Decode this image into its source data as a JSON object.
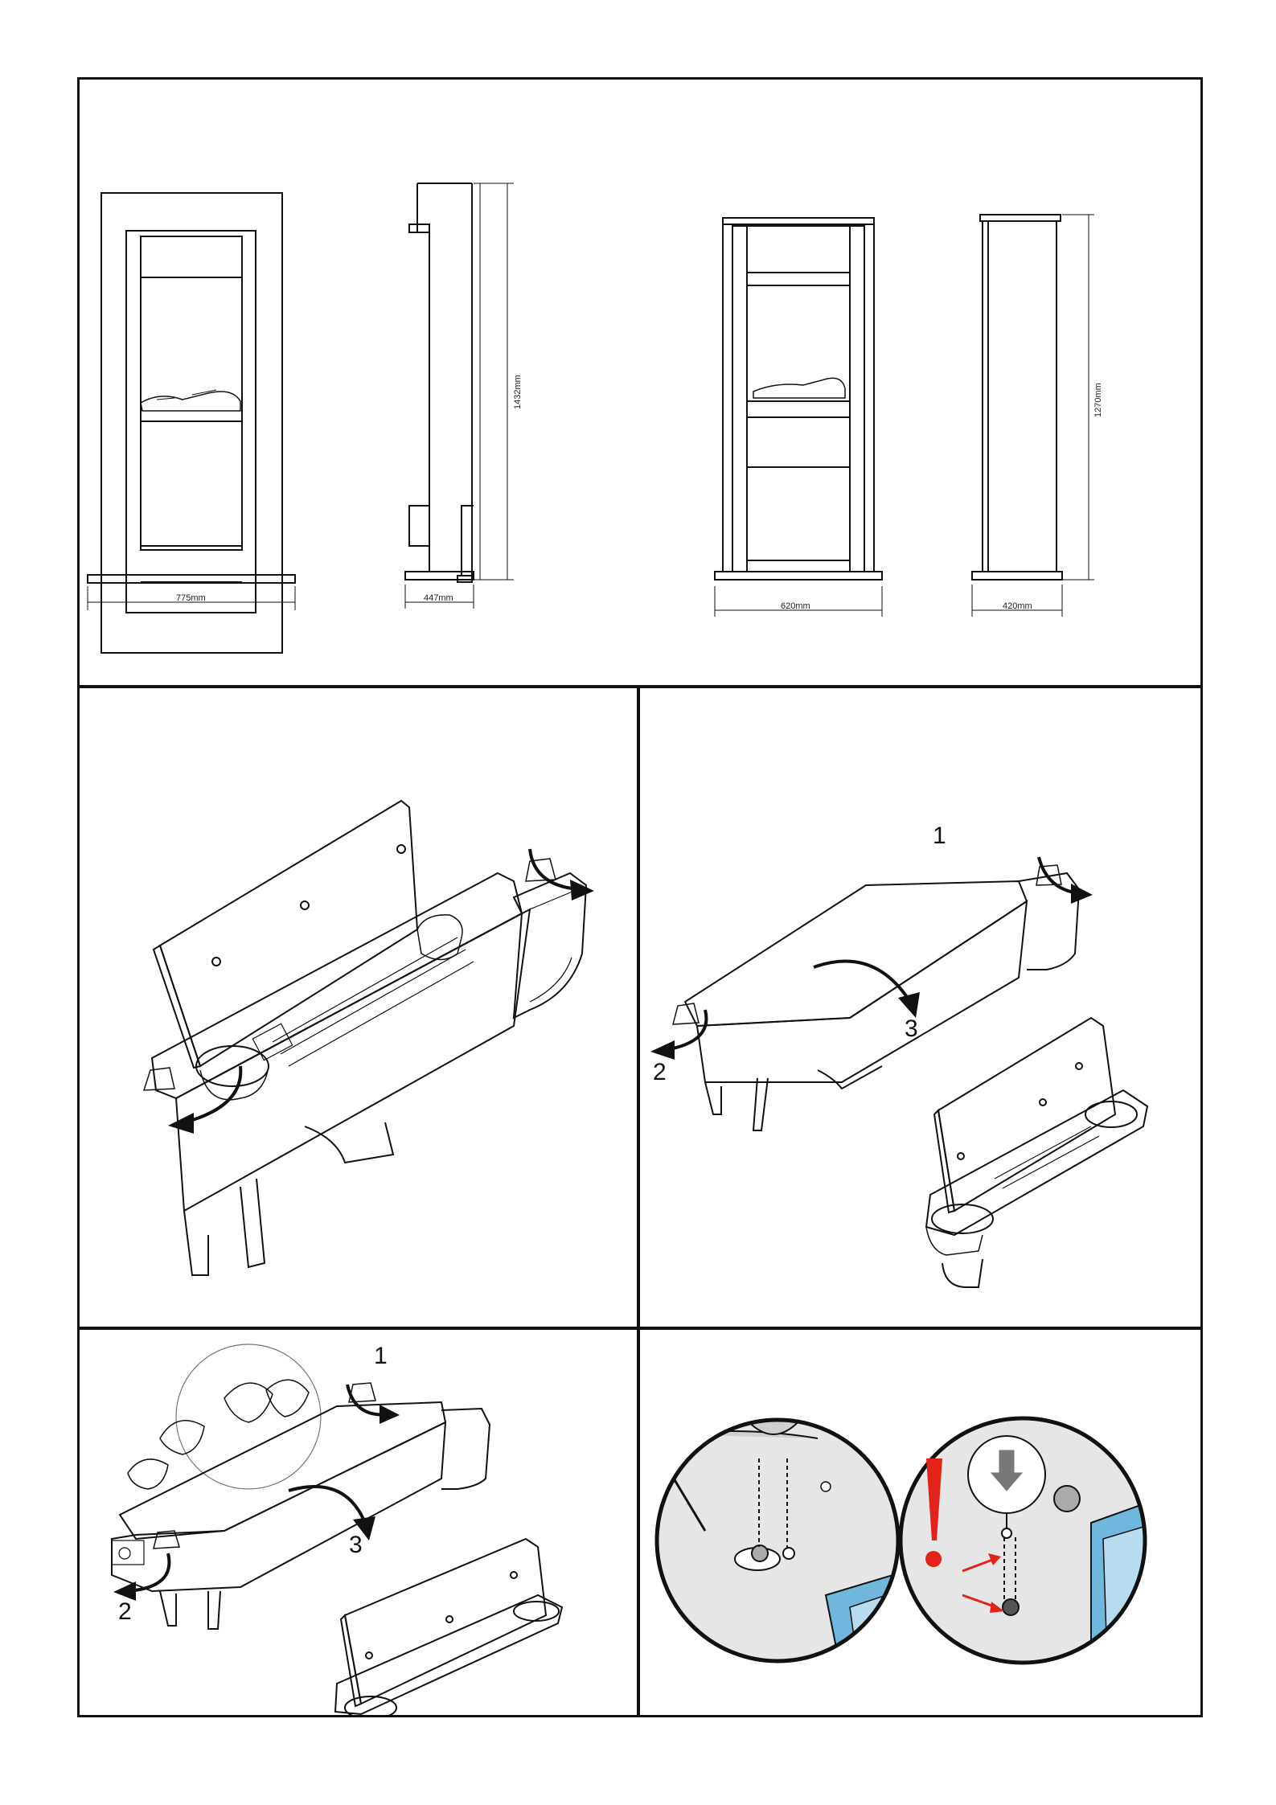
{
  "dimensions": {
    "front_a_width": "775mm",
    "side_a_depth": "447mm",
    "side_a_height": "1432mm",
    "front_b_width": "620mm",
    "side_b_depth": "420mm",
    "side_b_height": "1270mm"
  },
  "panel_remove_right": {
    "step1": "1",
    "step2": "2",
    "step3": "3"
  },
  "panel_remove_left": {
    "step1": "1",
    "step2": "2",
    "step3": "3"
  },
  "colors": {
    "line": "#111111",
    "tray_blue": "#6fb7dd",
    "warning_red": "#e2231a",
    "arrow_grey": "#777777"
  }
}
